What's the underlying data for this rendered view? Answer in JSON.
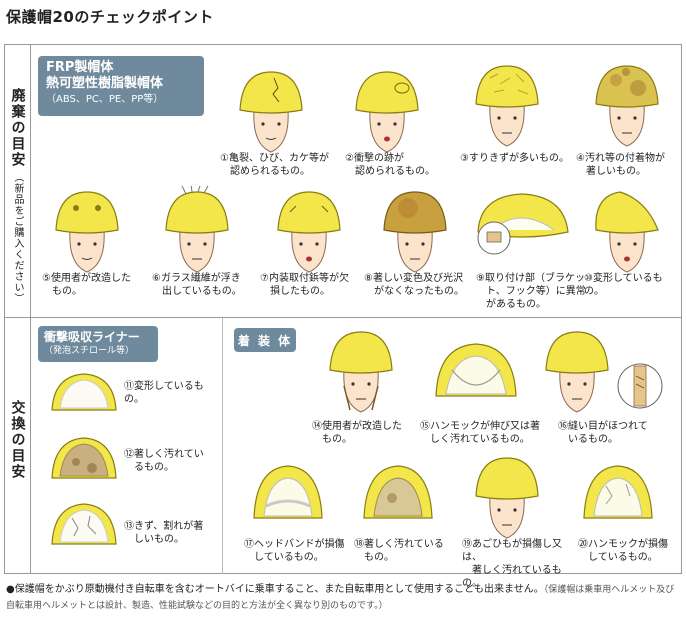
{
  "title": "保護帽20のチェックポイント",
  "side_top": {
    "main": "廃棄の目安",
    "sub": "（新品をご購入ください）"
  },
  "side_bottom": {
    "main": "交換の目安"
  },
  "frp_badge": {
    "line1": "FRP製帽体",
    "line2": "熱可塑性樹脂製帽体",
    "line3": "（ABS、PC、PE、PP等）"
  },
  "liner_badge": {
    "line1": "衝撃吸収ライナー",
    "line2": "（発泡スチロール等）"
  },
  "wear_badge": {
    "label": "着 装 体"
  },
  "checks": [
    {
      "num": "①",
      "text1": "亀裂、ひび、カケ等が",
      "text2": "認められるもの。"
    },
    {
      "num": "②",
      "text1": "衝撃の跡が",
      "text2": "認められるもの。"
    },
    {
      "num": "③",
      "text1": "すりきずが多いもの。",
      "text2": ""
    },
    {
      "num": "④",
      "text1": "汚れ等の付着物が",
      "text2": "著しいもの。"
    },
    {
      "num": "⑤",
      "text1": "使用者が改造した",
      "text2": "もの。"
    },
    {
      "num": "⑥",
      "text1": "ガラス繊維が浮き",
      "text2": "出しているもの。"
    },
    {
      "num": "⑦",
      "text1": "内装取付鋲等が欠",
      "text2": "損したもの。"
    },
    {
      "num": "⑧",
      "text1": "著しい変色及び光沢",
      "text2": "がなくなったもの。"
    },
    {
      "num": "⑨",
      "text1": "取り付け部（ブラケッ",
      "text2": "ト、フック等）に異常",
      "text3": "があるもの。"
    },
    {
      "num": "⑩",
      "text1": "変形しているもの。",
      "text2": ""
    },
    {
      "num": "⑪",
      "text1": "変形しているもの。",
      "text2": ""
    },
    {
      "num": "⑫",
      "text1": "著しく汚れてい",
      "text2": "るもの。"
    },
    {
      "num": "⑬",
      "text1": "きず、割れが著",
      "text2": "しいもの。"
    },
    {
      "num": "⑭",
      "text1": "使用者が改造した",
      "text2": "もの。"
    },
    {
      "num": "⑮",
      "text1": "ハンモックが伸び又は著",
      "text2": "しく汚れているもの。"
    },
    {
      "num": "⑯",
      "text1": "縫い目がほつれて",
      "text2": "いるもの。"
    },
    {
      "num": "⑰",
      "text1": "ヘッドバンドが損傷",
      "text2": "しているもの。"
    },
    {
      "num": "⑱",
      "text1": "著しく汚れている",
      "text2": "もの。"
    },
    {
      "num": "⑲",
      "text1": "あごひもが損傷し又は、",
      "text2": "著しく汚れているもの。"
    },
    {
      "num": "⑳",
      "text1": "ハンモックが損傷",
      "text2": "しているもの。"
    }
  ],
  "footer": {
    "lead": "●保護帽をかぶり原動機付き自転車を含むオートバイに乗車すること、また自転車用として使用することも出来ません。",
    "aside": "（保護帽は乗車用ヘルメット及び自転車用ヘルメットとは設計、製造、性能試験などの目的と方法が全く異なり別のものです。）"
  },
  "colors": {
    "helmet": "#f2e64a",
    "helmet_stroke": "#8a7d10",
    "skin": "#fbe3cc",
    "badge": "#6e8a9c",
    "dirt": "#b58a3a"
  }
}
